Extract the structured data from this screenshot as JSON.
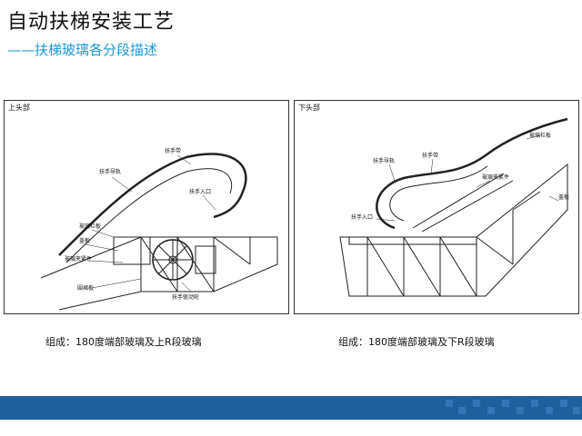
{
  "title": "自动扶梯安装工艺",
  "subtitle": "——扶梯玻璃各分段描述",
  "panels": [
    {
      "label": "上头部",
      "callouts": {
        "handrail_belt": "扶手带",
        "handrail_guide": "扶手导轨",
        "handrail_entry": "扶手入口",
        "glass_skirt": "玻璃栏板",
        "panel": "盖板",
        "glass_clamp": "玻璃夹紧件",
        "ring_panel": "围裙板",
        "handrail_drive_wheel": "扶手驱动轮"
      },
      "caption": "组成：180度端部玻璃及上R段玻璃"
    },
    {
      "label": "下头部",
      "callouts": {
        "glass_skirt": "玻璃栏板",
        "handrail_belt": "扶手带",
        "handrail_guide": "扶手导轨",
        "glass_clamp": "玻璃夹紧件",
        "panel": "盖板",
        "handrail_entry": "扶手入口"
      },
      "caption": "组成：180度端部玻璃及下R段玻璃"
    }
  ],
  "colors": {
    "accent": "#1a9ad6",
    "footer": "#1f5f9e"
  }
}
